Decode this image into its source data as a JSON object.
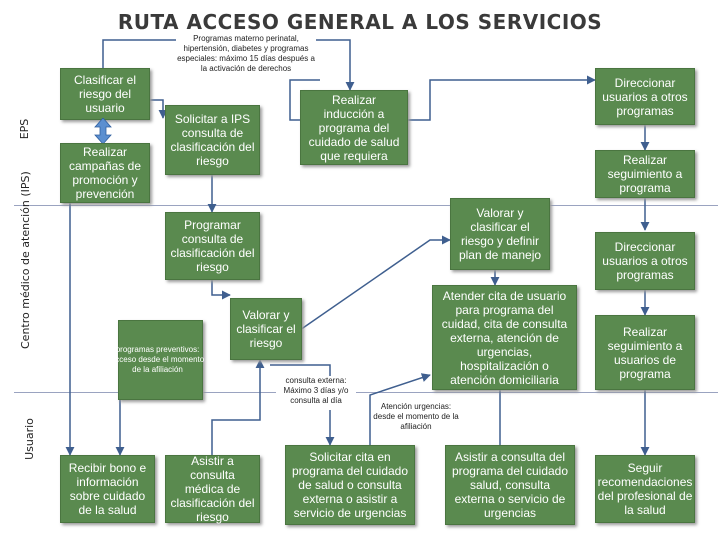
{
  "title": "RUTA ACCESO GENERAL A LOS SERVICIOS",
  "lanes": {
    "eps": "EPS",
    "ips": "Centro médico de atención (IPS)",
    "usuario": "Usuario"
  },
  "boxes": {
    "clasificar": "Clasificar el riesgo del usuario",
    "campanas": "Realizar campañas de promoción y prevención",
    "solicitar": "Solicitar a IPS consulta de clasificación del riesgo",
    "induccion": "Realizar inducción a programa del cuidado de salud que requiera",
    "direccionar_eps": "Direccionar usuarios a otros programas",
    "seguimiento_eps": "Realizar seguimiento a programa",
    "programar": "Programar consulta de clasificación del riesgo",
    "valorar_definir": "Valorar y clasificar el riesgo y definir plan de manejo",
    "direccionar_ips": "Direccionar usuarios a otros programas",
    "valorar": "Valorar y clasificar el riesgo",
    "atender": "Atender cita de usuario para programa del cuidad, cita de consulta externa, atención de urgencias, hospitalización o atención domiciliaria",
    "seguimiento_ips": "Realizar seguimiento a usuarios de programa",
    "recibir": "Recibir bono e información sobre cuidado de la salud",
    "asistir_medica": "Asistir a consulta médica de clasificación del riesgo",
    "solicitar_cita": "Solicitar cita en programa del cuidado de salud o consulta externa o asistir a servicio de urgencias",
    "asistir_programa": "Asistir a consulta del programa del cuidado salud, consulta externa o servicio de urgencias",
    "seguir": "Seguir recomendaciones del profesional de la salud"
  },
  "notes": {
    "programas_top": "Programas materno perinatal, hipertensión, diabetes y programas especiales: máximo 15 días después a la activación de derechos",
    "preventivos": "programas preventivos: acceso desde el momento de la afiliación",
    "consulta_externa": "consulta externa: Máximo 3 días y/o consulta al día",
    "urgencias": "Atención urgencias: desde el momento de la afiliación"
  },
  "colors": {
    "box_fill": "#5a8a4f",
    "arrow": "#3f5f8f",
    "title": "#3a3a3a"
  },
  "icons": {
    "up_down_arrow": "up-down-arrow-icon"
  }
}
